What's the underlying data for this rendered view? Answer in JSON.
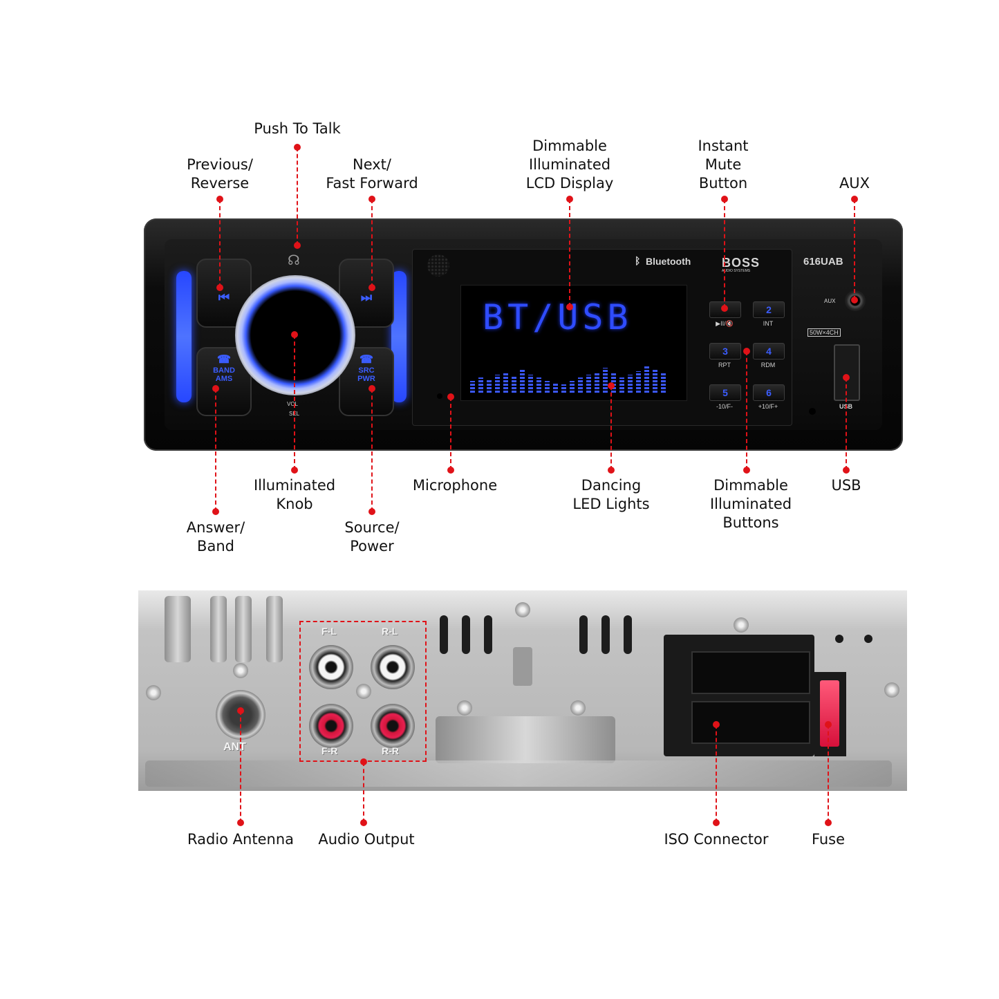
{
  "callouts": {
    "push_to_talk": [
      "Push To Talk"
    ],
    "previous_reverse": [
      "Previous/",
      "Reverse"
    ],
    "next_fast_forward": [
      "Next/",
      "Fast Forward"
    ],
    "lcd_display": [
      "Dimmable",
      "Illuminated",
      "LCD Display"
    ],
    "instant_mute": [
      "Instant",
      "Mute",
      "Button"
    ],
    "aux": [
      "AUX"
    ],
    "illuminated_knob": [
      "Illuminated",
      "Knob"
    ],
    "microphone": [
      "Microphone"
    ],
    "dancing_led": [
      "Dancing",
      "LED Lights"
    ],
    "dimmable_buttons": [
      "Dimmable",
      "Illuminated",
      "Buttons"
    ],
    "usb": [
      "USB"
    ],
    "answer_band": [
      "Answer/",
      "Band"
    ],
    "source_power": [
      "Source/",
      "Power"
    ],
    "radio_antenna": [
      "Radio Antenna"
    ],
    "audio_output": [
      "Audio Output"
    ],
    "iso_connector": [
      "ISO Connector"
    ],
    "fuse": [
      "Fuse"
    ]
  },
  "front_panel": {
    "bluetooth_label": "Bluetooth",
    "brand": "BOSS",
    "brand_sub": "AUDIO SYSTEMS",
    "model": "616UAB",
    "lcd_text": "BT/USB",
    "eq_levels": [
      0.35,
      0.45,
      0.4,
      0.55,
      0.6,
      0.5,
      0.7,
      0.55,
      0.45,
      0.35,
      0.3,
      0.25,
      0.35,
      0.45,
      0.55,
      0.6,
      0.75,
      0.6,
      0.45,
      0.55,
      0.65,
      0.8,
      0.7,
      0.6
    ],
    "knob_label_top": "VOL",
    "knob_label_bottom": "SEL",
    "prev_icon": "⏮",
    "next_icon": "⏭",
    "band_label": [
      "BAND",
      "AMS"
    ],
    "src_label": [
      "SRC",
      "PWR"
    ],
    "preset_buttons": [
      {
        "num": "",
        "label": "▶II/🔇"
      },
      {
        "num": "2",
        "label": "INT"
      },
      {
        "num": "3",
        "label": "RPT"
      },
      {
        "num": "4",
        "label": "RDM"
      },
      {
        "num": "5",
        "label": "-10/F-"
      },
      {
        "num": "6",
        "label": "+10/F+"
      }
    ],
    "aux_label": "AUX",
    "power_badge": "50W×4CH",
    "usb_label": "USB",
    "accent_color": "#3b5dff"
  },
  "rear_panel": {
    "ant_label": "ANT",
    "rca_labels": [
      "F-L",
      "R-L",
      "F-R",
      "R-R"
    ],
    "colors": {
      "left": "#f5f5f5",
      "right": "#e72050"
    }
  }
}
